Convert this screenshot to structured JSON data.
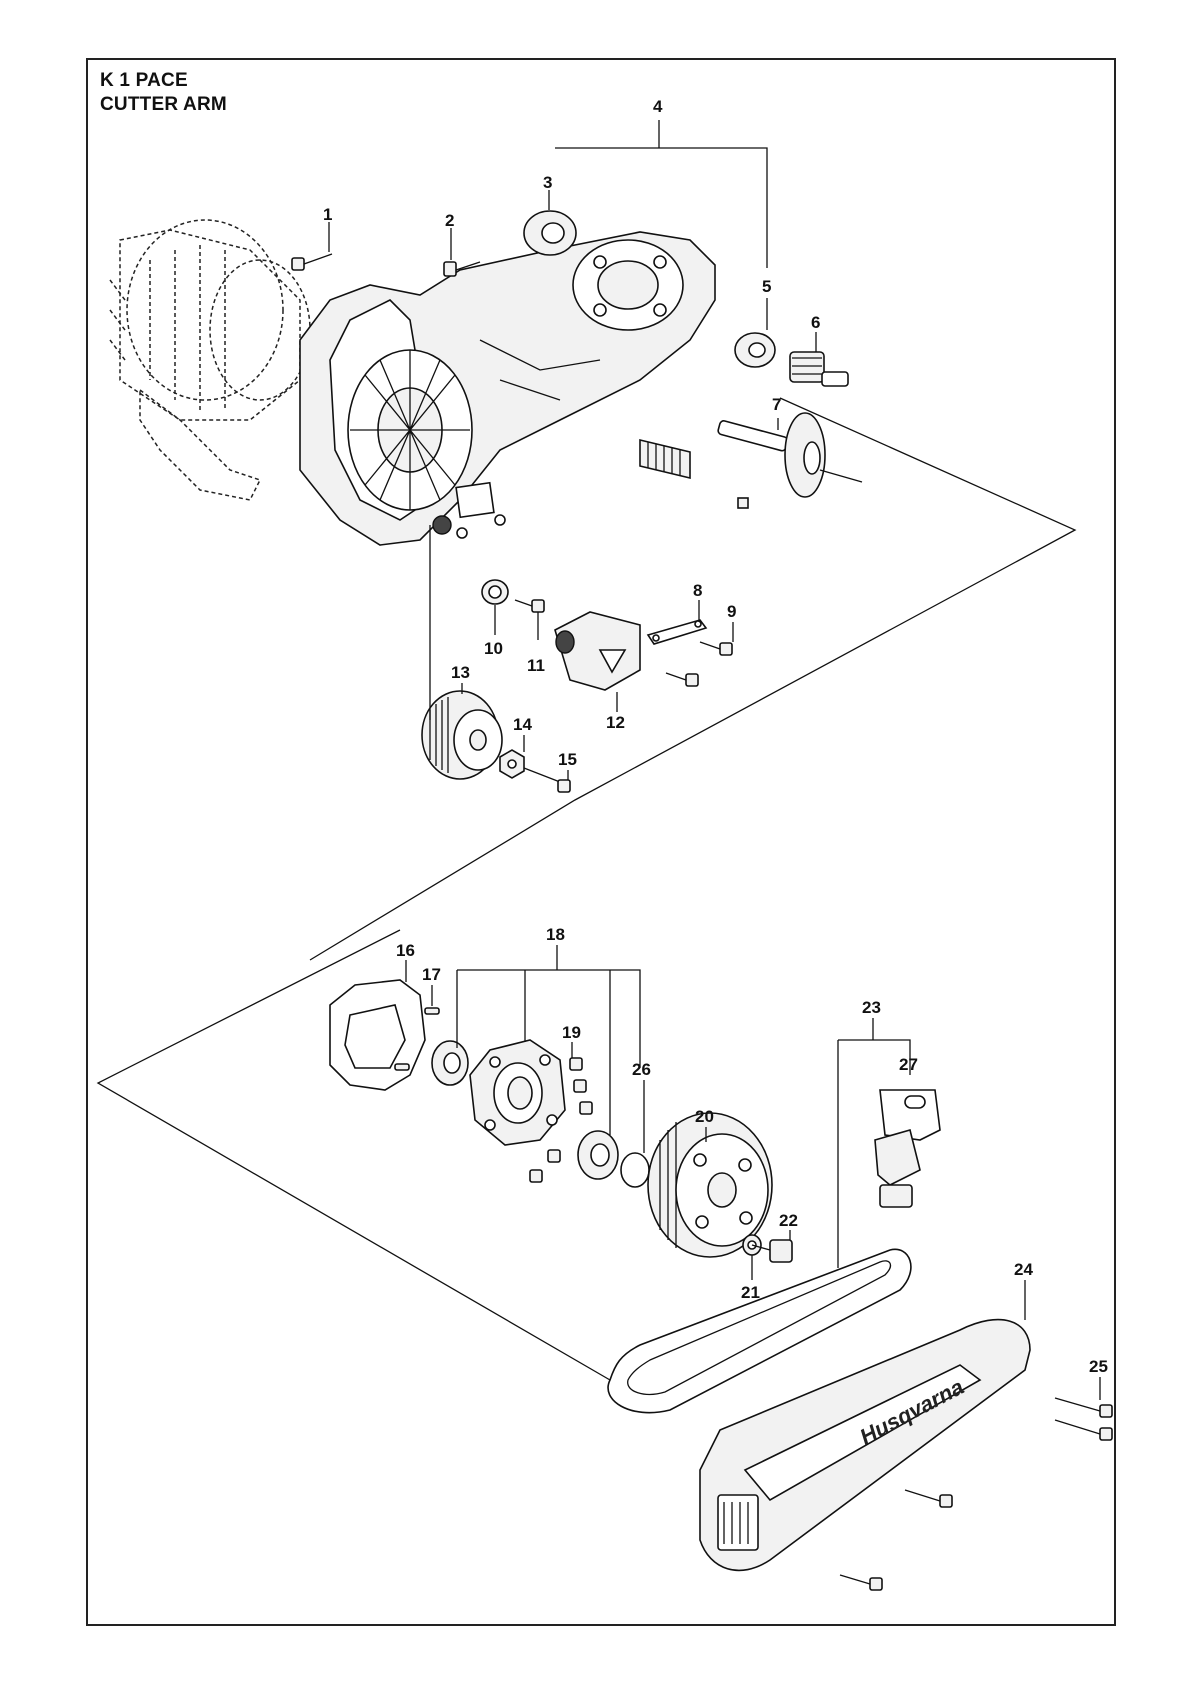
{
  "header": {
    "model": "K 1 PACE",
    "section": "CUTTER ARM"
  },
  "brand_mark": "Husqvarna",
  "callouts": [
    {
      "id": "c1",
      "label": "1"
    },
    {
      "id": "c2",
      "label": "2"
    },
    {
      "id": "c3",
      "label": "3"
    },
    {
      "id": "c4",
      "label": "4"
    },
    {
      "id": "c5",
      "label": "5"
    },
    {
      "id": "c6",
      "label": "6"
    },
    {
      "id": "c7",
      "label": "7"
    },
    {
      "id": "c8",
      "label": "8"
    },
    {
      "id": "c9",
      "label": "9"
    },
    {
      "id": "c10",
      "label": "10"
    },
    {
      "id": "c11",
      "label": "11"
    },
    {
      "id": "c12",
      "label": "12"
    },
    {
      "id": "c13",
      "label": "13"
    },
    {
      "id": "c14",
      "label": "14"
    },
    {
      "id": "c15",
      "label": "15"
    },
    {
      "id": "c16",
      "label": "16"
    },
    {
      "id": "c17",
      "label": "17"
    },
    {
      "id": "c18",
      "label": "18"
    },
    {
      "id": "c19",
      "label": "19"
    },
    {
      "id": "c20",
      "label": "20"
    },
    {
      "id": "c21",
      "label": "21"
    },
    {
      "id": "c22",
      "label": "22"
    },
    {
      "id": "c23",
      "label": "23"
    },
    {
      "id": "c24",
      "label": "24"
    },
    {
      "id": "c25",
      "label": "25"
    },
    {
      "id": "c26",
      "label": "26"
    },
    {
      "id": "c27",
      "label": "27"
    }
  ]
}
